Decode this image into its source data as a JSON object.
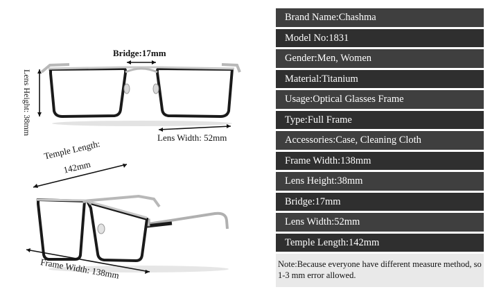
{
  "labels": {
    "bridge": "Bridge:17mm",
    "lens_height": "Lens Height: 38mm",
    "lens_width": "Lens Width: 52mm",
    "temple_length_line1": "Temple Length:",
    "temple_length_line2": "142mm",
    "frame_width": "Frame Width: 138mm"
  },
  "specs": [
    {
      "label": "Brand Name:",
      "value": "Chashma"
    },
    {
      "label": "Model No:",
      "value": "1831"
    },
    {
      "label": "Gender:",
      "value": "Men, Women"
    },
    {
      "label": "Material:",
      "value": "Titanium"
    },
    {
      "label": "Usage:",
      "value": "Optical Glasses Frame"
    },
    {
      "label": "Type:",
      "value": "Full  Frame"
    },
    {
      "label": "Accessories:",
      "value": "Case, Cleaning Cloth"
    },
    {
      "label": "Frame Width:",
      "value": "138mm"
    },
    {
      "label": "Lens Height:",
      "value": "38mm"
    },
    {
      "label": "Bridge:",
      "value": "17mm"
    },
    {
      "label": "Lens Width:",
      "value": "52mm"
    },
    {
      "label": "Temple Length:",
      "value": "142mm"
    }
  ],
  "note": "Note:Because everyone have different measure method, so 1-3 mm error allowed.",
  "colors": {
    "row_dark": "#3f3f3f",
    "row_darker": "#2f2f2f",
    "note_bg": "#e9e9e9",
    "frame_black": "#1a1a1a",
    "metal": "#b8b8b8"
  }
}
